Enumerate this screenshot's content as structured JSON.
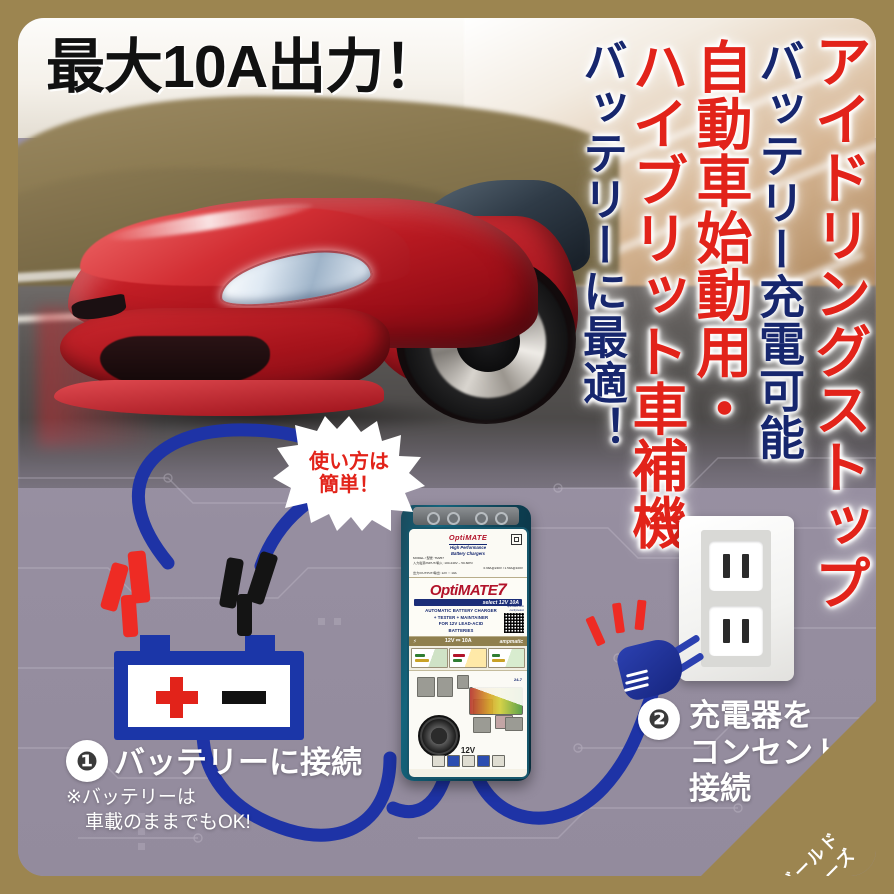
{
  "theme": {
    "frame_gold": "#9c8550",
    "accent_red": "#e2231a",
    "accent_navy": "#17276e",
    "cable_blue": "#1e33a6",
    "lower_bg": "#968ea0"
  },
  "headline": "最大10A出力！",
  "vertical_copy": [
    {
      "text": "アイドリングストップ",
      "color": "red"
    },
    {
      "text": "バッテリー充電可能",
      "color": "navy"
    },
    {
      "text": "自動車始動用・",
      "color": "red"
    },
    {
      "text": "ハイブリット車補機",
      "color": "red"
    },
    {
      "text": "バッテリーに最適！",
      "color": "navy"
    }
  ],
  "burst": {
    "line1": "使い方は",
    "line2": "簡単！"
  },
  "steps": [
    {
      "number": "❶",
      "title": "バッテリーに接続",
      "note_line1": "※バッテリーは",
      "note_line2": "　車載のままでもOK!"
    },
    {
      "number": "❷",
      "title_line1": "充電器を",
      "title_line2": "コンセントに",
      "title_line3": "接続"
    }
  ],
  "battery_icon": {
    "plus_label": "+",
    "minus_label": "−"
  },
  "charger": {
    "brand": "OptiMATE",
    "brand_sub_line1": "High Performance",
    "brand_sub_line2": "Battery Chargers",
    "spec_model": "MODEL / 型號: TM257",
    "spec_input": "入力電源/INPUT/輸入: 100-240V ~ 50-60Hz",
    "spec_input2": "0.98A@240V / 1.59A@100V",
    "spec_output": "出力/OUTPUT/輸出: 12V ⎓ 10A",
    "product_name": "OptiMATE",
    "product_number": "7",
    "select_line": "select 12V 10A",
    "desc_line1": "AUTOMATIC BATTERY CHARGER",
    "desc_line2": "+ TESTER + MAINTAINER",
    "desc_line3": "FOR 12V LEAD-ACID",
    "desc_line4": "BATTERIES",
    "qr_caption_line1": "optimate1.com",
    "qr_caption_line2": "/verify/select",
    "gold_bar_left": "⚡",
    "gold_bar_center": "12V ⎓ 10A",
    "gold_bar_right": "ampmatic",
    "panel_dial_left": "14.4V",
    "panel_dial_right": "14.7V",
    "panel_dial_caption": "Power Switch",
    "panel_label_24_7": "24-7",
    "panel_voltage": "12V",
    "panel_small_labels": [
      "14.4V",
      "14.7V",
      "F1"
    ]
  },
  "outlet": {
    "socket_count": 2
  },
  "corner_badge": {
    "line1": "ゴールド",
    "line2": "シリーズ"
  }
}
